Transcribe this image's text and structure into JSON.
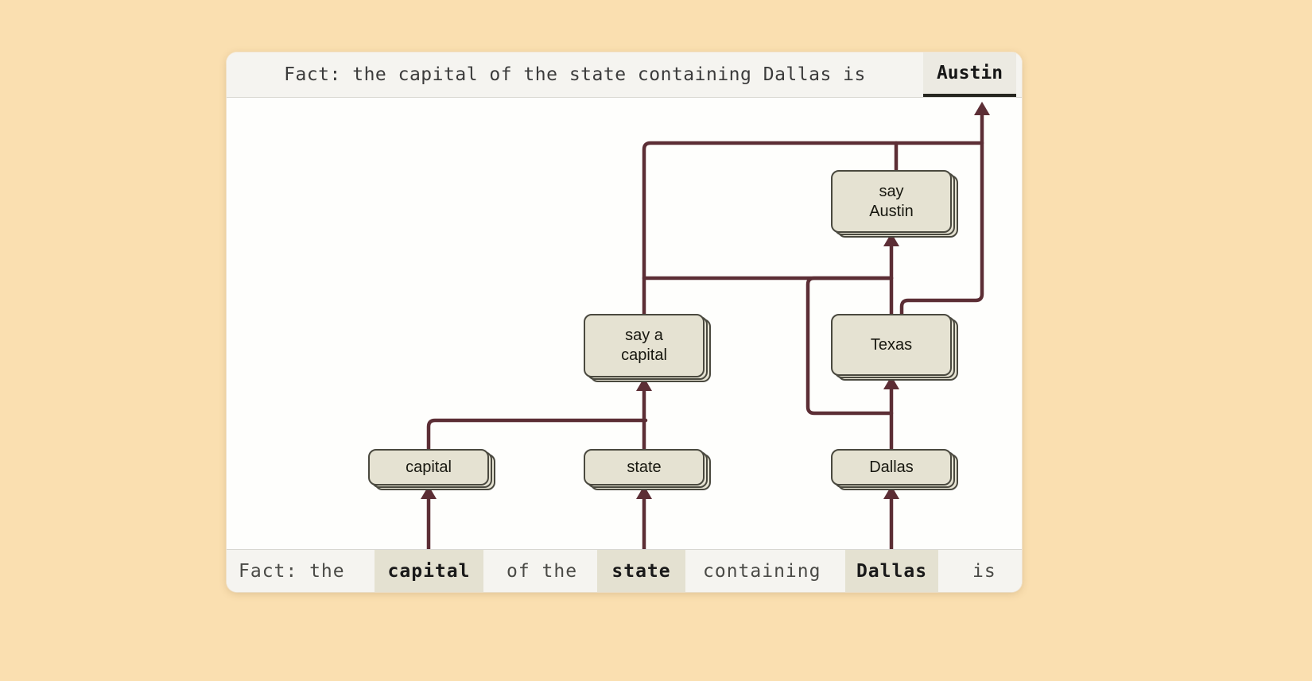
{
  "palette": {
    "page_bg": "#fadfb0",
    "card_bg": "#fefefc",
    "bar_bg": "#f5f4f0",
    "separator": "#d8d7d1",
    "node_fill": "#e5e2d2",
    "node_border": "#4a493f",
    "edge": "#5c2e35",
    "token_bg": "#e4e1d1",
    "answer_bg": "#eceae2",
    "answer_underline": "#26261f",
    "text_dark": "#161616",
    "text_gray": "#3b3b3b"
  },
  "prompt_bar": {
    "text": "Fact: the capital of the state containing Dallas is",
    "answer": "Austin"
  },
  "token_bar": {
    "segments": [
      {
        "text": "Fact: the",
        "highlight": false
      },
      {
        "text": "capital",
        "highlight": true
      },
      {
        "text": "of the",
        "highlight": false
      },
      {
        "text": "state",
        "highlight": true
      },
      {
        "text": "containing",
        "highlight": false
      },
      {
        "text": "Dallas",
        "highlight": true
      },
      {
        "text": "is",
        "highlight": false
      }
    ]
  },
  "nodes": {
    "say_austin": {
      "label": "say\nAustin"
    },
    "say_a_capital": {
      "label": "say a\ncapital"
    },
    "texas": {
      "label": "Texas"
    },
    "capital": {
      "label": "capital"
    },
    "state": {
      "label": "state"
    },
    "dallas": {
      "label": "Dallas"
    }
  },
  "edges": [
    {
      "from": "token:capital",
      "to": "feature:capital"
    },
    {
      "from": "token:state",
      "to": "feature:state"
    },
    {
      "from": "token:Dallas",
      "to": "feature:Dallas"
    },
    {
      "from": "feature:capital",
      "to": "feature:say a capital"
    },
    {
      "from": "feature:state",
      "to": "feature:say a capital"
    },
    {
      "from": "feature:Dallas",
      "to": "feature:Texas"
    },
    {
      "from": "feature:Dallas",
      "to": "feature:say Austin"
    },
    {
      "from": "feature:say a capital",
      "to": "feature:say Austin"
    },
    {
      "from": "feature:Texas",
      "to": "feature:say Austin"
    },
    {
      "from": "feature:say a capital",
      "to": "output:Austin"
    },
    {
      "from": "feature:say Austin",
      "to": "output:Austin"
    },
    {
      "from": "feature:Texas",
      "to": "output:Austin"
    }
  ]
}
